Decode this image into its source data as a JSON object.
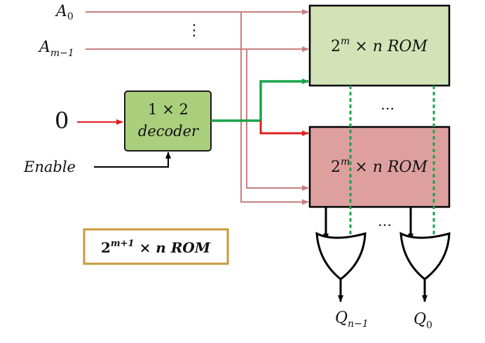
{
  "inputs": {
    "a0": {
      "base": "A",
      "sub": "0"
    },
    "dots": "⋮",
    "am1": {
      "base": "A",
      "sub": "m−1"
    },
    "zero": "0",
    "enable": "Enable"
  },
  "decoder": {
    "line1": "1 × 2",
    "line2": "decoder"
  },
  "rom_top": {
    "base": "2",
    "sup": "m",
    "rest": " × ",
    "n": "n",
    "rom": "ROM"
  },
  "rom_bottom": {
    "base": "2",
    "sup": "m",
    "rest": " × ",
    "n": "n",
    "rom": "ROM"
  },
  "between_dots": "…",
  "below_dots": "…",
  "outputs": {
    "q_high": {
      "base": "Q",
      "sub": "n−1"
    },
    "q_low": {
      "base": "Q",
      "sub": "0"
    }
  },
  "caption": {
    "base": "2",
    "sup": "m+1",
    "rest": " × ",
    "n": "n",
    "rom": "ROM"
  },
  "colors": {
    "address": "#c87f7f",
    "enable_red": "#e02020",
    "select_green": "#1aa34a",
    "data_green": "#1aa34a",
    "rom_top_fill": "#d3e3b7",
    "rom_bottom_fill": "#dea09f",
    "decoder_fill": "#a9cf7c",
    "caption_border": "#c89a3b"
  }
}
